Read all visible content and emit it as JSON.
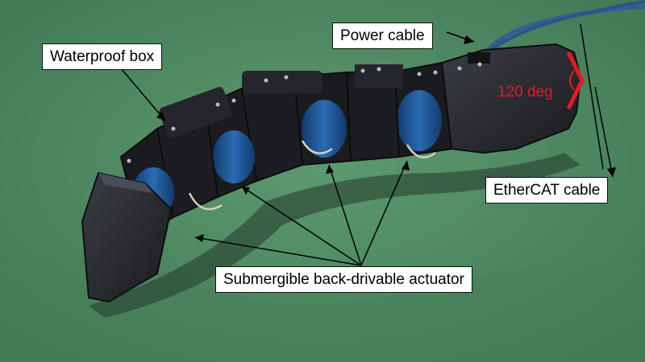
{
  "labels": {
    "power_cable": "Power cable",
    "waterproof_box": "Waterproof box",
    "ethercat_cable": "EtherCAT cable",
    "actuator": "Submergible back-drivable actuator",
    "angle": "120 deg"
  },
  "colors": {
    "floor": "#4f8a63",
    "robot_body": "#1a1b1f",
    "actuator_blue": "#1d4f8c",
    "cable_blue": "#2f5f95",
    "callout_bg": "#ffffff",
    "callout_text": "#000000",
    "angle_mark": "#e21b23"
  }
}
